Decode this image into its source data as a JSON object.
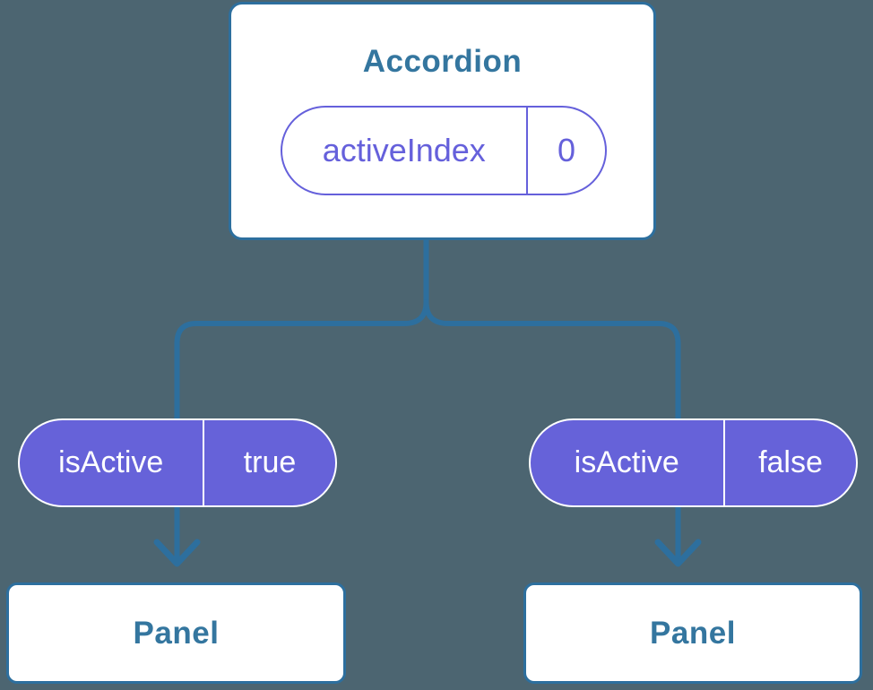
{
  "colors": {
    "bg": "#4C6571",
    "line": "#2D6F9E",
    "title": "#34769F",
    "accent": "#6560DB",
    "accentFill": "#6662D9"
  },
  "tree": {
    "root": {
      "title": "Accordion",
      "prop": {
        "name": "activeIndex",
        "value": "0"
      }
    },
    "children": [
      {
        "state": {
          "name": "isActive",
          "value": "true"
        },
        "child": {
          "title": "Panel"
        }
      },
      {
        "state": {
          "name": "isActive",
          "value": "false"
        },
        "child": {
          "title": "Panel"
        }
      }
    ]
  }
}
